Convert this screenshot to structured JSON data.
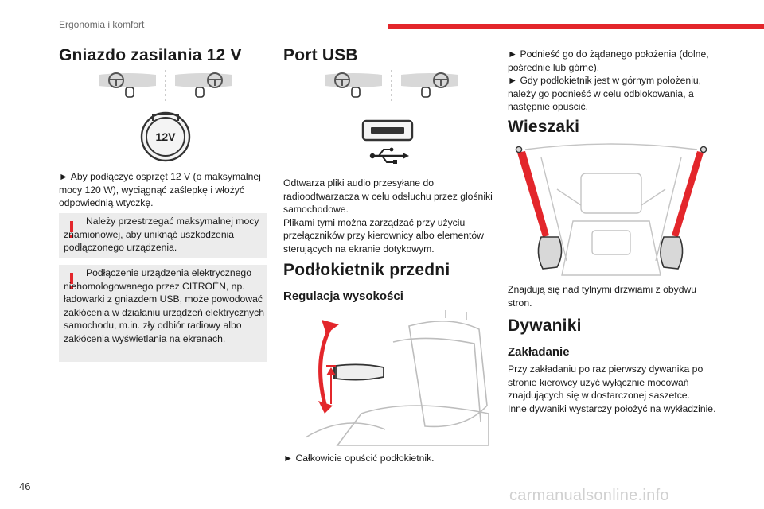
{
  "header": {
    "section": "Ergonomia i komfort"
  },
  "page_number": "46",
  "watermark": "carmanualsonline.info",
  "col1": {
    "title": "Gniazdo zasilania 12 V",
    "socket_label": "12V",
    "instruction": "► Aby podłączyć osprzęt 12 V (o maksymalnej mocy 120 W), wyciągnąć zaślepkę i włożyć odpowiednią wtyczkę.",
    "warning1": "Należy przestrzegać maksymalnej mocy znamionowej, aby uniknąć uszkodzenia podłączonego urządzenia.",
    "warning2": "Podłączenie urządzenia elektrycznego niehomologowanego przez CITROËN, np. ładowarki z gniazdem USB, może powodować zakłócenia w działaniu urządzeń elektrycznych samochodu, m.in. zły odbiór radiowy albo zakłócenia wyświetlania na ekranach.",
    "warning_mark": "!"
  },
  "col2": {
    "title": "Port USB",
    "usb_text": "Odtwarza pliki audio przesyłane do radioodtwarzacza w celu odsłuchu przez głośniki samochodowe.\nPlikami tymi można zarządzać przy użyciu przełączników przy kierownicy albo elementów sterujących na ekranie dotykowym.",
    "armrest_title": "Podłokietnik przedni",
    "height_title": "Regulacja wysokości",
    "lower_instruction": "► Całkowicie opuścić podłokietnik."
  },
  "col3": {
    "raise_text": "► Podnieść go do żądanego położenia (dolne, pośrednie lub górne).\n► Gdy podłokietnik jest w górnym położeniu, należy go podnieść w celu odblokowania, a następnie opuścić.",
    "hooks_title": "Wieszaki",
    "hooks_text": "Znajdują się nad tylnymi drzwiami z obydwu stron.",
    "mats_title": "Dywaniki",
    "fitting_title": "Zakładanie",
    "fitting_text": "Przy zakładaniu po raz pierwszy dywanika po stronie kierowcy użyć wyłącznie mocowań znajdujących się w dostarczonej saszetce.\nInne dywaniki wystarczy położyć na wykładzinie."
  },
  "colors": {
    "accent": "#e3262b",
    "warning_bg": "#ececec",
    "icon_gray": "#d8d8d8"
  }
}
